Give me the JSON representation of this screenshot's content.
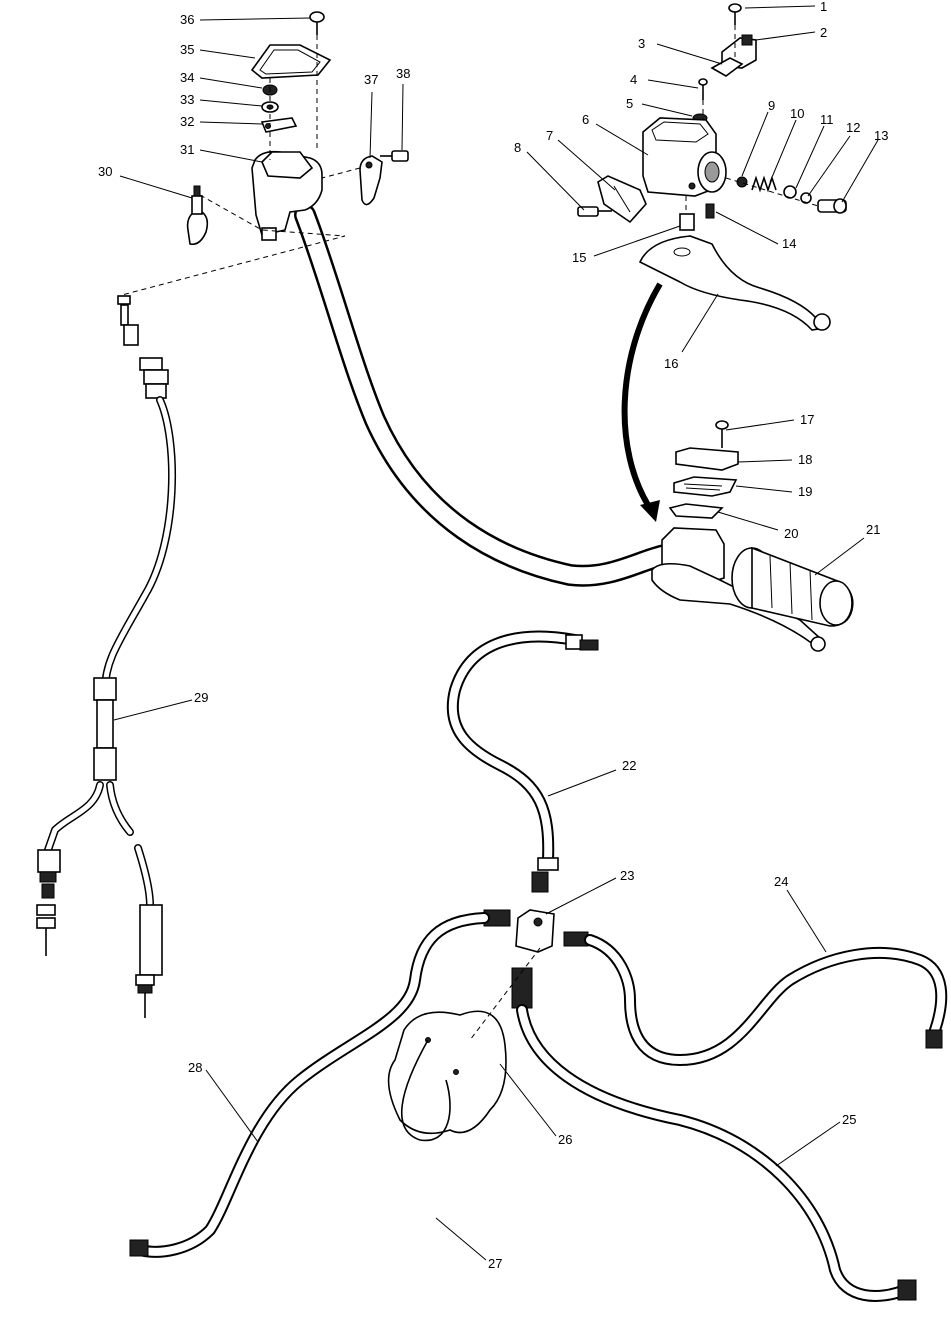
{
  "callouts": [
    {
      "id": "callout-1",
      "label": "1"
    },
    {
      "id": "callout-2",
      "label": "2"
    },
    {
      "id": "callout-3",
      "label": "3"
    },
    {
      "id": "callout-4",
      "label": "4"
    },
    {
      "id": "callout-5",
      "label": "5"
    },
    {
      "id": "callout-6",
      "label": "6"
    },
    {
      "id": "callout-7",
      "label": "7"
    },
    {
      "id": "callout-8",
      "label": "8"
    },
    {
      "id": "callout-9",
      "label": "9"
    },
    {
      "id": "callout-10",
      "label": "10"
    },
    {
      "id": "callout-11",
      "label": "11"
    },
    {
      "id": "callout-12",
      "label": "12"
    },
    {
      "id": "callout-13",
      "label": "13"
    },
    {
      "id": "callout-14",
      "label": "14"
    },
    {
      "id": "callout-15",
      "label": "15"
    },
    {
      "id": "callout-16",
      "label": "16"
    },
    {
      "id": "callout-17",
      "label": "17"
    },
    {
      "id": "callout-18",
      "label": "18"
    },
    {
      "id": "callout-19",
      "label": "19"
    },
    {
      "id": "callout-20",
      "label": "20"
    },
    {
      "id": "callout-21",
      "label": "21"
    },
    {
      "id": "callout-22",
      "label": "22"
    },
    {
      "id": "callout-23",
      "label": "23"
    },
    {
      "id": "callout-24",
      "label": "24"
    },
    {
      "id": "callout-25",
      "label": "25"
    },
    {
      "id": "callout-26",
      "label": "26"
    },
    {
      "id": "callout-27",
      "label": "27"
    },
    {
      "id": "callout-28",
      "label": "28"
    },
    {
      "id": "callout-29",
      "label": "29"
    },
    {
      "id": "callout-30",
      "label": "30"
    },
    {
      "id": "callout-31",
      "label": "31"
    },
    {
      "id": "callout-32",
      "label": "32"
    },
    {
      "id": "callout-33",
      "label": "33"
    },
    {
      "id": "callout-34",
      "label": "34"
    },
    {
      "id": "callout-35",
      "label": "35"
    },
    {
      "id": "callout-36",
      "label": "36"
    },
    {
      "id": "callout-37",
      "label": "37"
    },
    {
      "id": "callout-38",
      "label": "38"
    }
  ],
  "colors": {
    "ink": "#000000",
    "paper": "#ffffff"
  }
}
